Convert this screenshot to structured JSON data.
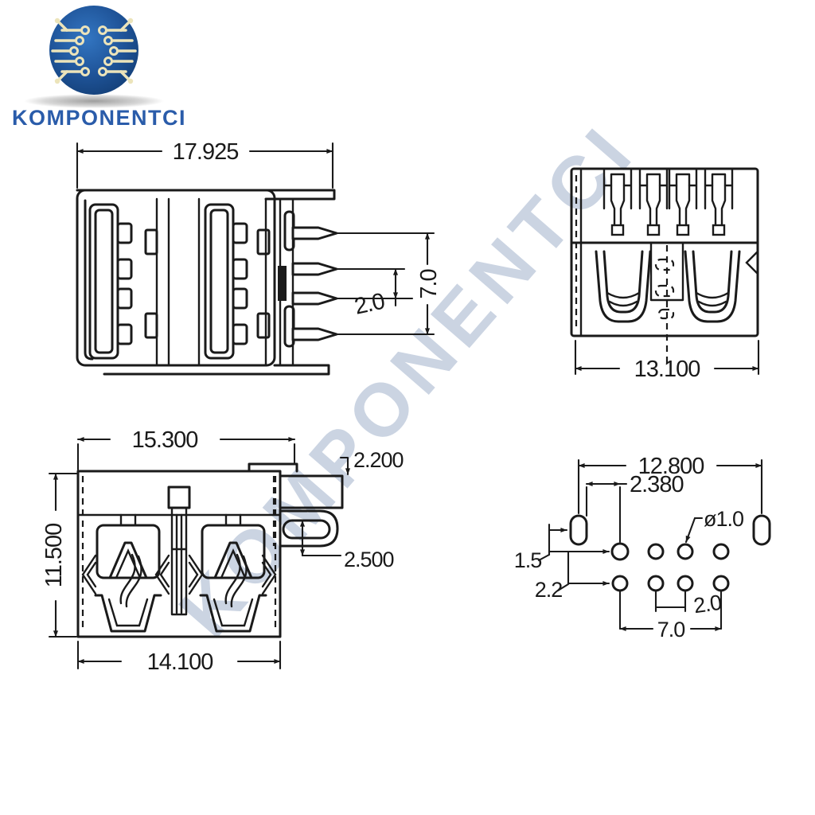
{
  "brand": {
    "wordmark": "KOMPONENTCI",
    "wordmark_color": "#2a5caa",
    "sphere_color": "#1d4e8f",
    "trace_color": "#ece4ba"
  },
  "watermark": {
    "text": "KOMPONENTCI",
    "color": "#c2cdde"
  },
  "drawing": {
    "line_color": "#1a1a1a",
    "front_view": {
      "width": "17.925",
      "pin_pitch": "2.0",
      "pin_span": "7.0"
    },
    "rear_view": {
      "width": "13.100"
    },
    "bottom_view": {
      "top_width": "15.300",
      "height": "11.500",
      "bottom_width": "14.100",
      "step_height": "2.200",
      "latch_height": "2.500"
    },
    "footprint": {
      "slot_span": "12.800",
      "slot_to_hole": "2.380",
      "hole_diameter": "ø1.0",
      "row_offset": "1.5",
      "row_pitch": "2.2",
      "hole_pitch": "2.0",
      "row_span": "7.0"
    }
  }
}
